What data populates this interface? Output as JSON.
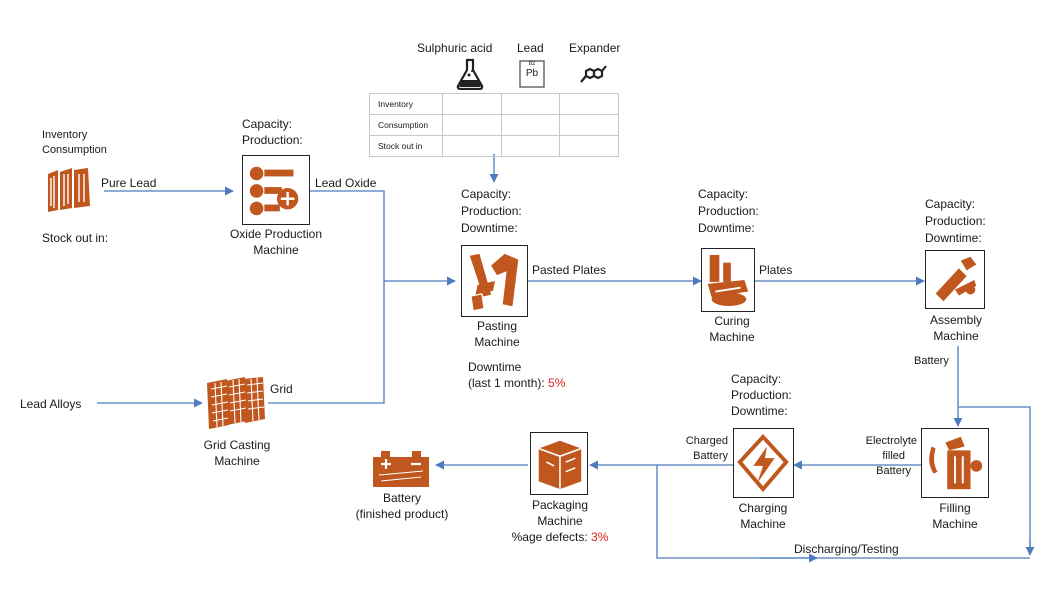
{
  "inputs": {
    "sulphuric_acid": "Sulphuric acid",
    "lead": "Lead",
    "expander": "Expander",
    "lead_symbol": "Pb",
    "lead_number": "82",
    "rows": [
      "Inventory",
      "Consumption",
      "Stock out in"
    ]
  },
  "raw_lead": {
    "inventory": "Inventory",
    "consumption": "Consumption",
    "stock_out": "Stock out in:"
  },
  "flows": {
    "pure_lead": "Pure Lead",
    "lead_oxide": "Lead Oxide",
    "lead_alloys": "Lead Alloys",
    "grid": "Grid",
    "pasted_plates": "Pasted Plates",
    "plates": "Plates",
    "battery": "Battery",
    "electrolyte": [
      "Electrolyte",
      "filled",
      "Battery"
    ],
    "charged": [
      "Charged",
      "Battery"
    ],
    "discharging": "Discharging/Testing"
  },
  "machines": {
    "oxide": {
      "cap": "Capacity:",
      "prod": "Production:",
      "name": [
        "Oxide Production",
        "Machine"
      ]
    },
    "grid_casting": {
      "name": [
        "Grid Casting",
        "Machine"
      ]
    },
    "pasting": {
      "cap": "Capacity:",
      "prod": "Production:",
      "down": "Downtime:",
      "name": [
        "Pasting",
        "Machine"
      ],
      "dt_label": "Downtime",
      "dt_sub": "(last 1 month): ",
      "dt_value": "5%"
    },
    "curing": {
      "cap": "Capacity:",
      "prod": "Production:",
      "down": "Downtime:",
      "name": [
        "Curing",
        "Machine"
      ]
    },
    "assembly": {
      "cap": "Capacity:",
      "prod": "Production:",
      "down": "Downtime:",
      "name": [
        "Assembly",
        "Machine"
      ]
    },
    "filling": {
      "name": [
        "Filling",
        "Machine"
      ]
    },
    "charging": {
      "cap": "Capacity:",
      "prod": "Production:",
      "down": "Downtime:",
      "name": [
        "Charging",
        "Machine"
      ]
    },
    "packaging": {
      "name": [
        "Packaging",
        "Machine"
      ],
      "defects_label": "%age defects: ",
      "defects_value": "3%"
    }
  },
  "output": {
    "name": [
      "Battery",
      "(finished product)"
    ]
  },
  "colors": {
    "icon": "#c0571e",
    "line": "#4f7bbf",
    "alert": "#e02020"
  }
}
